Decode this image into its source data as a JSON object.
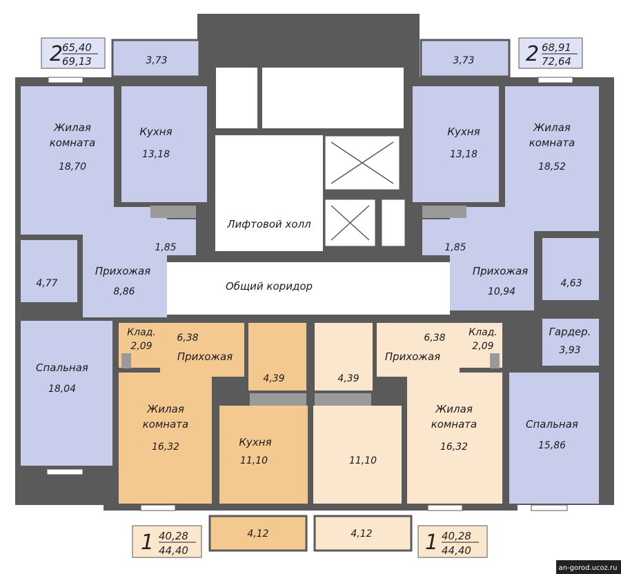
{
  "colors": {
    "two_room": "#c7cdea",
    "one_room_dark": "#f4c98f",
    "one_room_light": "#fbe7cd",
    "common": "#ffffff",
    "wall": "#5a5a5a",
    "fixture": "#9a9a9a"
  },
  "badges": {
    "top_left": {
      "rooms": "2",
      "living": "65,40",
      "total": "69,13"
    },
    "top_right": {
      "rooms": "2",
      "living": "68,91",
      "total": "72,64"
    },
    "bottom_left": {
      "rooms": "1",
      "living": "40,28",
      "total": "44,40"
    },
    "bottom_right": {
      "rooms": "1",
      "living": "40,28",
      "total": "44,40"
    }
  },
  "rooms": {
    "tl_balcony": {
      "label": "",
      "area": "3,73"
    },
    "tl_living": {
      "label1": "Жилая",
      "label2": "комната",
      "area": "18,70"
    },
    "tl_kitchen": {
      "label": "Кухня",
      "area": "13,18"
    },
    "tl_wc": {
      "area": "1,85"
    },
    "tl_bath": {
      "area": "4,77"
    },
    "tl_hall": {
      "label": "Прихожая",
      "area": "8,86"
    },
    "tl_bedroom": {
      "label": "Спальная",
      "area": "18,04"
    },
    "tr_balcony": {
      "area": "3,73"
    },
    "tr_living": {
      "label1": "Жилая",
      "label2": "комната",
      "area": "18,52"
    },
    "tr_kitchen": {
      "label": "Кухня",
      "area": "13,18"
    },
    "tr_wc": {
      "area": "1,85"
    },
    "tr_bath": {
      "area": "4,63"
    },
    "tr_hall": {
      "label": "Прихожая",
      "area": "10,94"
    },
    "tr_wardrobe": {
      "label": "Гардер.",
      "area": "3,93"
    },
    "tr_bedroom": {
      "label": "Спальная",
      "area": "15,86"
    },
    "lift_hall": {
      "label": "Лифтовой холл"
    },
    "corridor": {
      "label": "Общий коридор"
    },
    "bl_storage": {
      "label": "Клад.",
      "area": "2,09"
    },
    "bl_hall": {
      "label": "Прихожая",
      "area": "6,38"
    },
    "bl_bath": {
      "area": "4,39"
    },
    "bl_living": {
      "label1": "Жилая",
      "label2": "комната",
      "area": "16,32"
    },
    "bl_kitchen": {
      "label": "Кухня",
      "area": "11,10"
    },
    "bl_balcony": {
      "area": "4,12"
    },
    "br_storage": {
      "label": "Клад.",
      "area": "2,09"
    },
    "br_hall": {
      "label": "Прихожая",
      "area": "6,38"
    },
    "br_bath": {
      "area": "4,39"
    },
    "br_living": {
      "label1": "Жилая",
      "label2": "комната",
      "area": "16,32"
    },
    "br_kitchen": {
      "area": "11,10"
    },
    "br_balcony": {
      "area": "4,12"
    }
  },
  "watermark": "an-gorod.ucoz.ru"
}
